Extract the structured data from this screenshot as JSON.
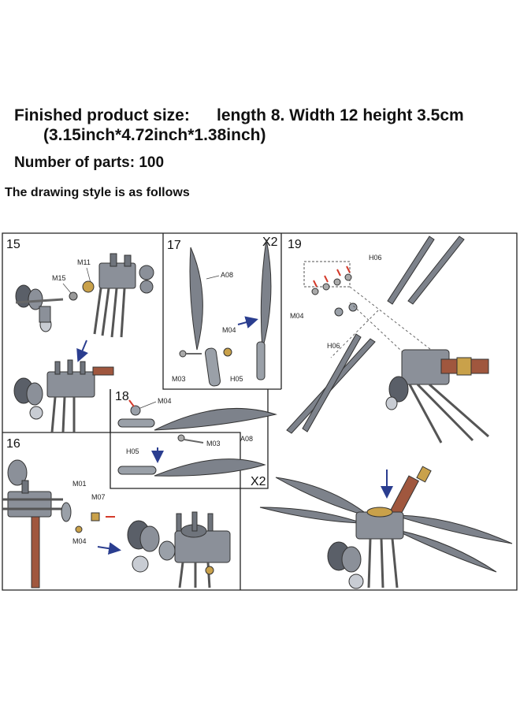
{
  "header": {
    "size_label": "Finished product size:",
    "size_value": "length 8. Width 12 height 3.5cm",
    "size_inch": "(3.15inch*4.72inch*1.38inch)",
    "parts": "Number of parts: 100",
    "style_note": "The drawing style is as follows"
  },
  "steps": {
    "s15": {
      "number": "15",
      "codes": [
        "M11",
        "M15"
      ]
    },
    "s16": {
      "number": "16",
      "codes": [
        "M01",
        "M07",
        "M04"
      ]
    },
    "s17": {
      "number": "17",
      "qty": "X2",
      "codes": [
        "A08",
        "M04",
        "M03",
        "H05"
      ]
    },
    "s18": {
      "number": "18",
      "qty": "X2",
      "codes": [
        "M04",
        "A08",
        "M03",
        "H05"
      ]
    },
    "s19": {
      "number": "19",
      "codes": [
        "H06",
        "M04",
        "H06"
      ]
    }
  },
  "colors": {
    "part_metal": "#8b9099",
    "part_dark": "#4d525b",
    "blade": "#7d828b",
    "copper": "#a0573e",
    "arrow_blue": "#2a3d8f",
    "arrow_red": "#d43a2a",
    "frame": "#222222"
  }
}
